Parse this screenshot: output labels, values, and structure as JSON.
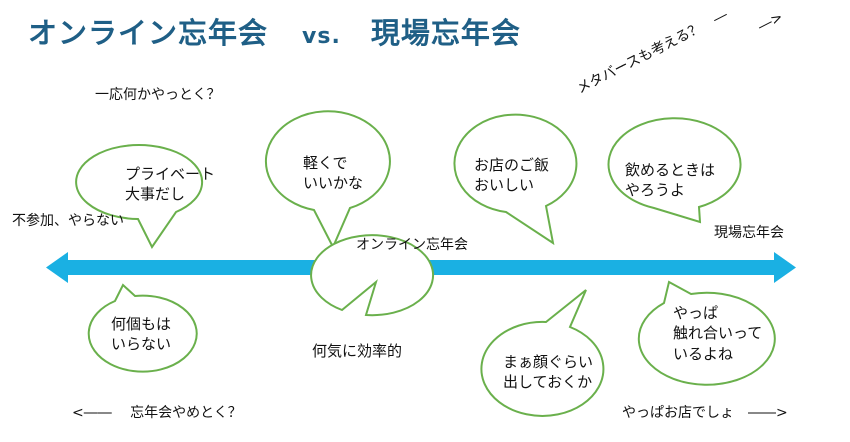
{
  "title": {
    "left": "オンライン忘年会",
    "vs": "vs.",
    "right": "現場忘年会"
  },
  "labels": {
    "ichio": "一応何かやっとく？",
    "fusanka": "不参加、やらない",
    "center": "オンライン忘年会",
    "genba": "現場忘年会",
    "bottom_left": "<――　 忘年会やめとく？",
    "bottom_right": "やっぱお店でしょ　――>",
    "metaverse": "メタバースも考える？　―",
    "metaverse_arrow": "―>"
  },
  "bubbles_top": [
    {
      "text": "プライベート\n大事だし"
    },
    {
      "text": "軽くで\nいいかな"
    },
    {
      "text": "お店のご飯\nおいしい"
    },
    {
      "text": "飲めるときは\nやろうよ"
    }
  ],
  "bubbles_bottom": [
    {
      "text": "何個もは\nいらない"
    },
    {
      "text": "何気に効率的"
    },
    {
      "text": "まぁ顔ぐらい\n出しておくか"
    },
    {
      "text": "やっぱ\n触れ合いって\nいるよね"
    }
  ],
  "colors": {
    "title": "#1f5f86",
    "arrow": "#1ab0e3",
    "bubble_stroke": "#6ab04c"
  }
}
